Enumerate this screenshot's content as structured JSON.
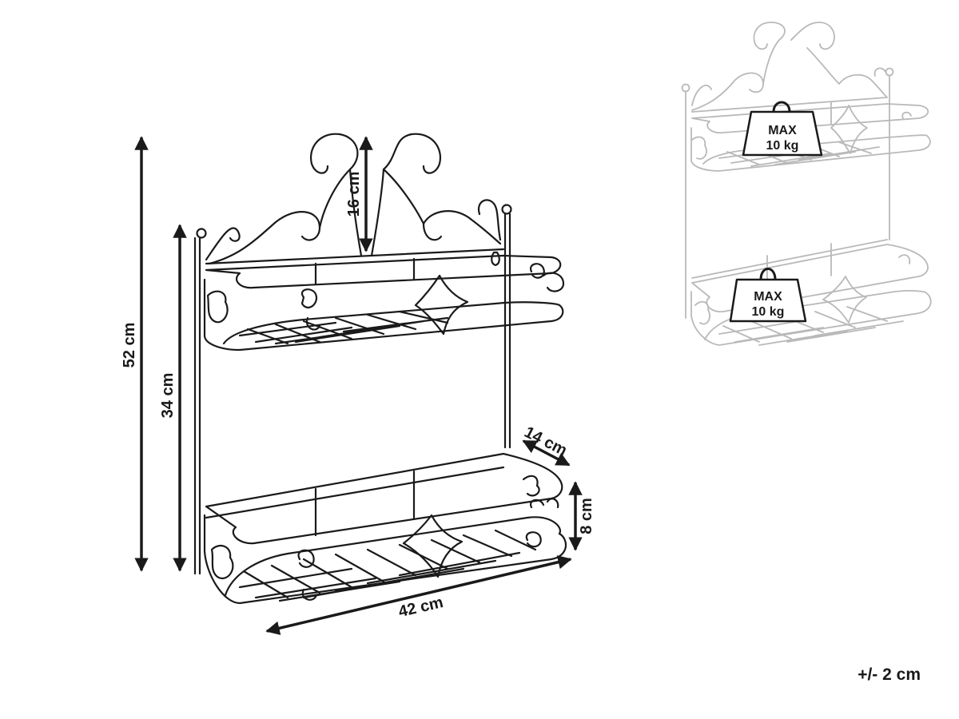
{
  "colors": {
    "line": "#1a1a1a",
    "ghost": "#b9b9b9",
    "weight_fill": "#ffffff"
  },
  "dimensions": {
    "total_height": "52 cm",
    "side_height": "34 cm",
    "ornament_height": "16 cm",
    "width": "42 cm",
    "depth": "14 cm",
    "shelf_height": "8 cm"
  },
  "load": {
    "top_label_line1": "MAX",
    "top_label_line2": "10 kg",
    "bottom_label_line1": "MAX",
    "bottom_label_line2": "10 kg"
  },
  "tolerance": "+/- 2 cm"
}
